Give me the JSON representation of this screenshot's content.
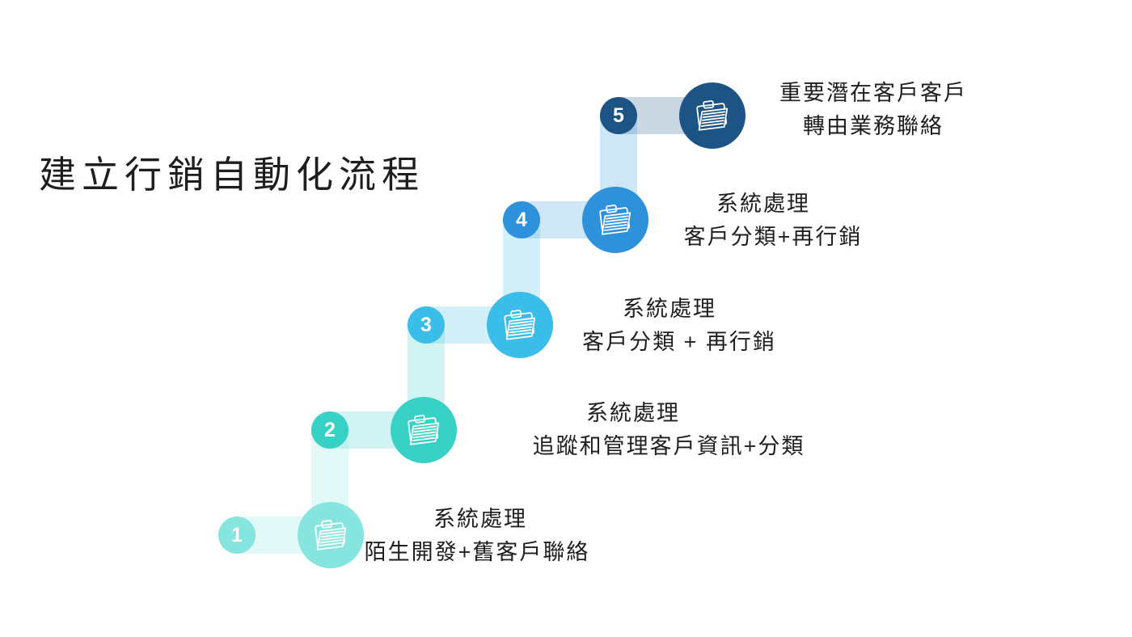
{
  "page": {
    "background": "#FFFFFF"
  },
  "title": {
    "text": "建立行銷自動化流程",
    "color": "#1E1E1E"
  },
  "connector_opacity": 0.23,
  "steps": [
    {
      "number": "1",
      "color": "#86E5DE",
      "icon": "open-folder-icon",
      "line1": "系統處理",
      "line2": "陌生開發+舊客戶聯絡"
    },
    {
      "number": "2",
      "color": "#38D1C6",
      "icon": "open-folder-icon",
      "line1": "系統處理",
      "line2": "追蹤和管理客戶資訊+分類"
    },
    {
      "number": "3",
      "color": "#3BBDE9",
      "icon": "open-folder-icon",
      "line1": "系統處理",
      "line2": "客戶分類 + 再行銷"
    },
    {
      "number": "4",
      "color": "#2E91DC",
      "icon": "open-folder-icon",
      "line1": "系統處理",
      "line2": "客戶分類+再行銷"
    },
    {
      "number": "5",
      "color": "#1C5585",
      "icon": "open-folder-icon",
      "line1": "重要潛在客戶客戶",
      "line2": "轉由業務聯絡"
    }
  ]
}
